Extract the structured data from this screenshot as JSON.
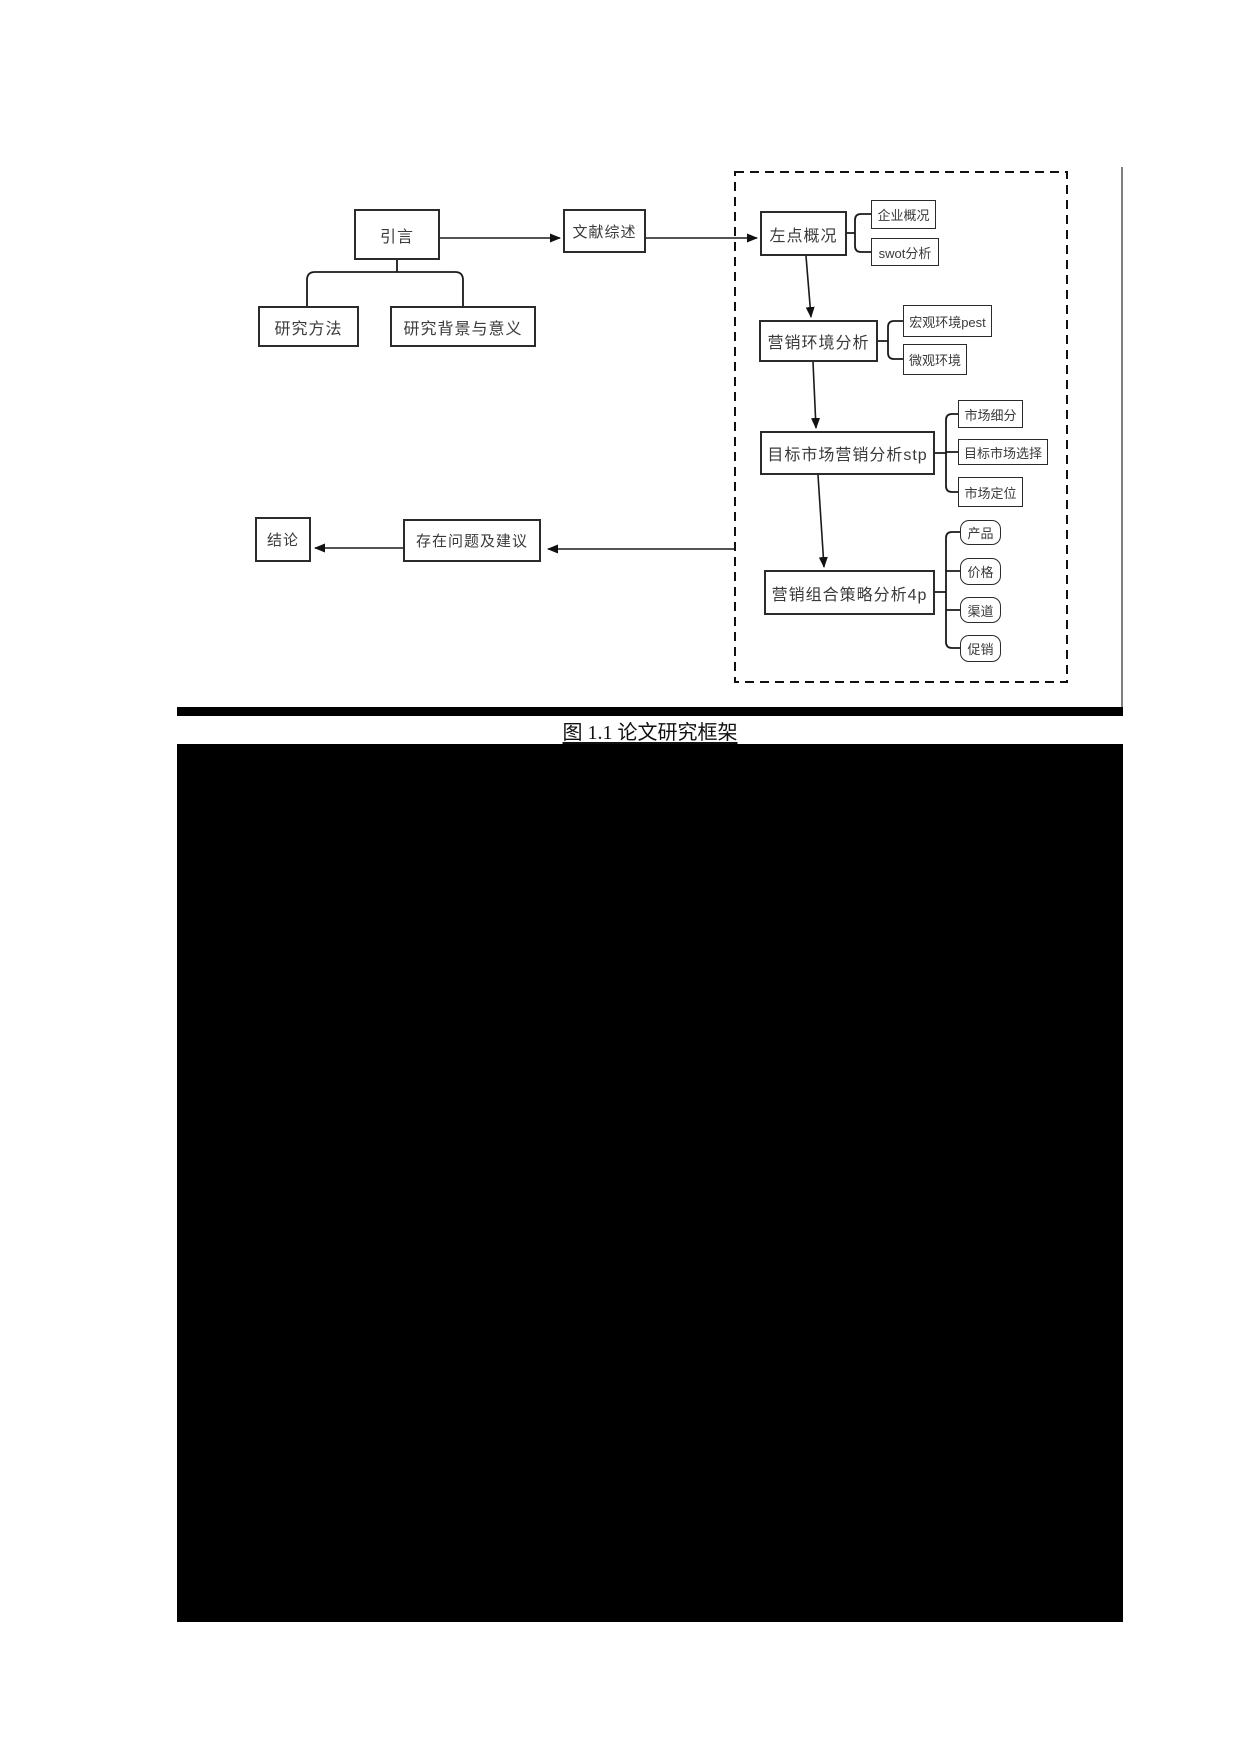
{
  "figure": {
    "caption": "图 1.1 论文研究框架",
    "image_fill": "#000000"
  },
  "diagram": {
    "colors": {
      "box_border": "#2b2b2b",
      "text": "#3a3a3a",
      "connector": "#1a1a1a",
      "dashed_frame": "#111111"
    },
    "nodes": {
      "intro": "引言",
      "litreview": "文献综述",
      "methods": "研究方法",
      "background": "研究背景与意义",
      "overview": "左点概况",
      "enterprise": "企业概况",
      "swot": "swot分析",
      "environment": "营销环境分析",
      "macro": "宏观环境pest",
      "micro": "微观环境",
      "stp": "目标市场营销分析stp",
      "segmentation": "市场细分",
      "targeting": "目标市场选择",
      "positioning": "市场定位",
      "mix4p": "营销组合策略分析4p",
      "product": "产品",
      "price": "价格",
      "channel": "渠道",
      "promotion": "促销",
      "conclusion": "结论",
      "problems": "存在问题及建议"
    }
  }
}
